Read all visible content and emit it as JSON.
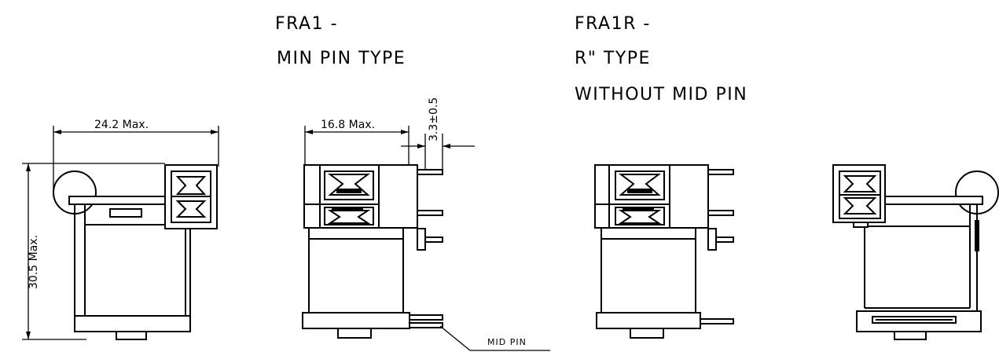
{
  "labels": {
    "fra1_title": "FRA1 -",
    "fra1_subtitle": "MIN PIN TYPE",
    "fra1r_title": "FRA1R -",
    "fra1r_subtitle": "R\" TYPE",
    "fra1r_note": "WITHOUT MID PIN"
  },
  "dimensions": {
    "width_left": "24.2  Max.",
    "height_left": "30.5  Max.",
    "width_mid": "16.8  Max.",
    "pin_dim": "3.3±0.5"
  },
  "callouts": {
    "mid_pin": "MID PIN"
  }
}
